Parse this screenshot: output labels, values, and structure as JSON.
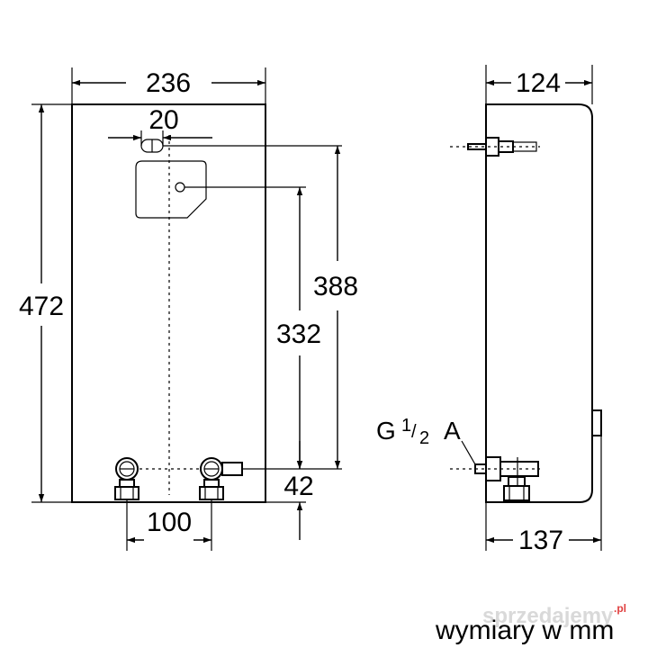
{
  "front_view": {
    "width_label": "236",
    "height_label": "472",
    "top_offset_label": "20",
    "connection_height_label": "388",
    "mid_height_label": "332",
    "bottom_offset_label": "42",
    "connection_spacing_label": "100"
  },
  "side_view": {
    "top_depth_label": "124",
    "bottom_depth_label": "137",
    "thread_label_main": "G",
    "thread_label_num": "1",
    "thread_label_slash": "/",
    "thread_label_den": "2",
    "thread_label_suffix": "A"
  },
  "caption": "wymiary w mm",
  "watermark": {
    "text": "sprzedajemy",
    "suffix": ".pl"
  }
}
